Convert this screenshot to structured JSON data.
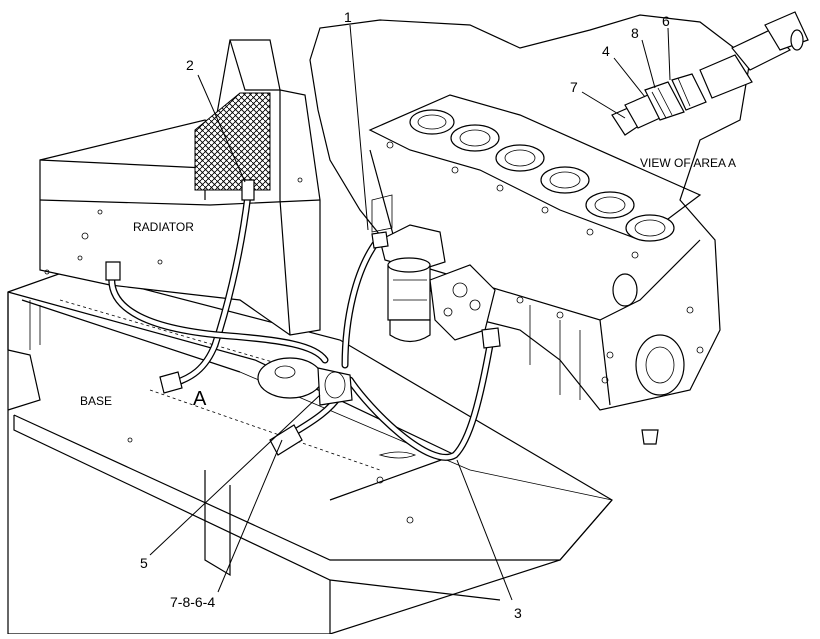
{
  "diagram": {
    "callouts": {
      "c1": "1",
      "c2": "2",
      "c3": "3",
      "c4": "4",
      "c5": "5",
      "c6": "6",
      "c7": "7",
      "c8": "8",
      "c7864": "7-8-6-4"
    },
    "labels": {
      "radiator": "RADIATOR",
      "base": "BASE",
      "area_marker": "A",
      "view_title": "VIEW OF AREA  A"
    }
  }
}
